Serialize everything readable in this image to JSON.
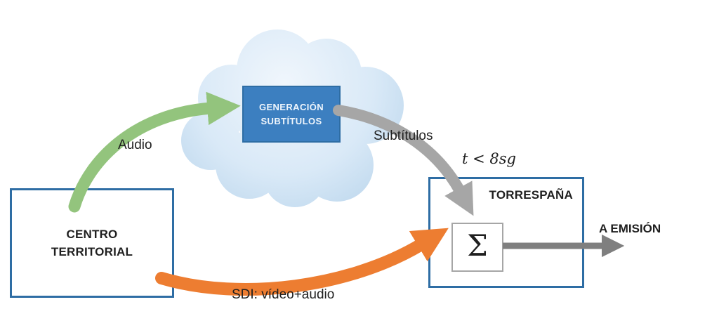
{
  "diagram": {
    "nodes": {
      "centro": {
        "line1": "CENTRO",
        "line2": "TERRITORIAL"
      },
      "generacion": {
        "line1": "GENERACIÓN",
        "line2": "SUBTÍTULOS"
      },
      "torrespana": {
        "title": "TORRESPAÑA",
        "sigma": "Σ"
      }
    },
    "labels": {
      "audio": "Audio",
      "subtitulos": "Subtítulos",
      "sdi": "SDI: vídeo+audio",
      "latency": "t < 8sg",
      "emision": "A EMISIÓN"
    },
    "colors": {
      "audio_arrow": "#93c47d",
      "subtitles_arrow": "#a6a6a6",
      "sdi_arrow": "#ed7d31",
      "output_arrow": "#7f7f7f",
      "box_border": "#2e6da4",
      "sigma_border": "#a6a6a6",
      "generation_fill": "#3c7fc0"
    }
  }
}
